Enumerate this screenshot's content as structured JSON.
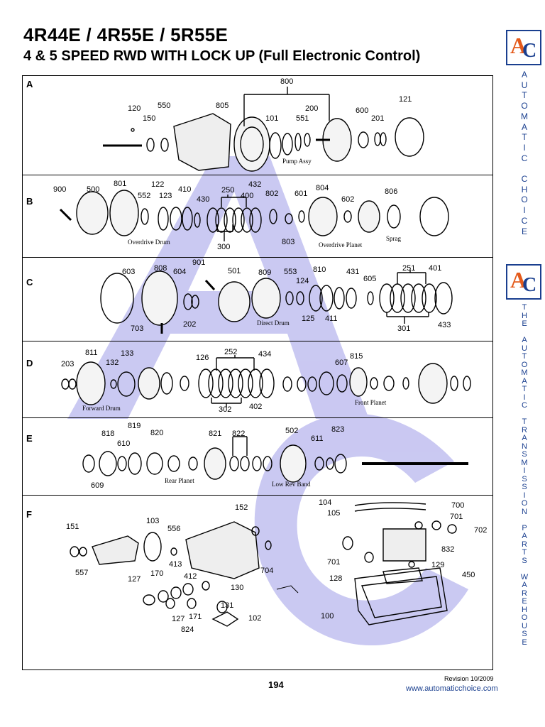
{
  "header": {
    "title": "4R44E / 4R55E / 5R55E",
    "subtitle": "4 & 5 SPEED RWD WITH LOCK UP (Full Electronic Control)"
  },
  "sections": {
    "A": {
      "letter": "A",
      "callouts": [
        "800",
        "120",
        "550",
        "805",
        "200",
        "150",
        "101",
        "551",
        "600",
        "201",
        "121"
      ],
      "captions": [
        "Pump Assy"
      ]
    },
    "B": {
      "letter": "B",
      "callouts": [
        "900",
        "500",
        "801",
        "122",
        "552",
        "123",
        "410",
        "250",
        "430",
        "432",
        "400",
        "802",
        "601",
        "804",
        "602",
        "806",
        "300",
        "803"
      ],
      "captions": [
        "Overdrive Drum",
        "Overdrive Planet",
        "Sprag"
      ]
    },
    "C": {
      "letter": "C",
      "callouts": [
        "901",
        "603",
        "808",
        "604",
        "501",
        "809",
        "553",
        "810",
        "431",
        "251",
        "401",
        "124",
        "605",
        "703",
        "202",
        "125",
        "411",
        "301",
        "433"
      ],
      "captions": [
        "Direct Drum"
      ]
    },
    "D": {
      "letter": "D",
      "callouts": [
        "811",
        "133",
        "203",
        "132",
        "126",
        "252",
        "434",
        "815",
        "607",
        "302",
        "402"
      ],
      "captions": [
        "Forward Drum",
        "Front Planet"
      ]
    },
    "E": {
      "letter": "E",
      "callouts": [
        "819",
        "818",
        "820",
        "821",
        "822",
        "502",
        "823",
        "610",
        "611",
        "609"
      ],
      "captions": [
        "Rear Planet",
        "Low Rev Band"
      ]
    },
    "F": {
      "letter": "F",
      "callouts": [
        "152",
        "104",
        "700",
        "105",
        "701",
        "103",
        "151",
        "556",
        "702",
        "832",
        "413",
        "170",
        "412",
        "701",
        "129",
        "557",
        "704",
        "127",
        "130",
        "128",
        "450",
        "131",
        "127",
        "171",
        "102",
        "100",
        "824"
      ],
      "captions": []
    }
  },
  "sidebar": {
    "logo_a": "A",
    "logo_c": "C",
    "text1": [
      "A",
      "U",
      "T",
      "O",
      "M",
      "A",
      "T",
      "I",
      "C",
      "",
      "C",
      "H",
      "O",
      "I",
      "C",
      "E"
    ],
    "text2": [
      "T",
      "H",
      "E",
      "",
      "A",
      "U",
      "T",
      "O",
      "M",
      "A",
      "T",
      "I",
      "C",
      "",
      "T",
      "R",
      "A",
      "N",
      "S",
      "M",
      "I",
      "S",
      "S",
      "I",
      "O",
      "N",
      "",
      "P",
      "A",
      "R",
      "T",
      "S",
      "",
      "W",
      "A",
      "R",
      "E",
      "H",
      "O",
      "U",
      "S",
      "E"
    ]
  },
  "footer": {
    "page_number": "194",
    "revision": "Revision 10/2009",
    "website": "www.automaticchoice.com"
  },
  "colors": {
    "brand_blue": "#1a3f8f",
    "brand_orange": "#e45a1b",
    "watermark": "#b9b7ee"
  }
}
